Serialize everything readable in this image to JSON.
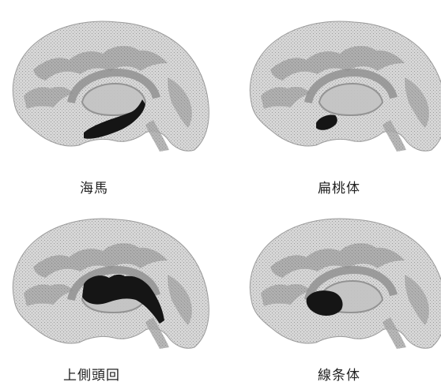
{
  "panels": [
    {
      "region": "hippocampus",
      "label": "海馬"
    },
    {
      "region": "amygdala",
      "label": "扁桃体"
    },
    {
      "region": "superior-temporal-gyrus",
      "label": "上側頭回"
    },
    {
      "region": "striatum",
      "label": "線条体"
    }
  ],
  "colors": {
    "brain_light": "#d6d6d6",
    "brain_mid": "#a9a9a9",
    "brain_dark": "#7d7d7d",
    "highlight": "#151515",
    "label": "#222222"
  }
}
